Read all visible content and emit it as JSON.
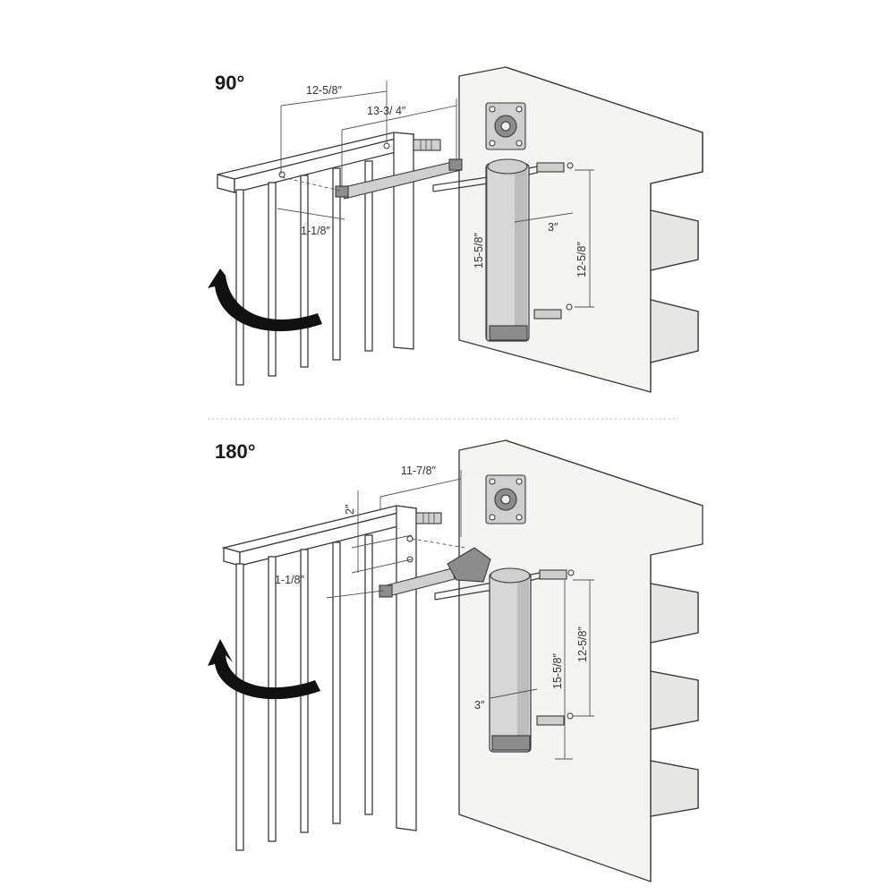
{
  "panels": [
    {
      "angle_label": "90°",
      "dimensions": {
        "arm_length": "12-5/8″",
        "pivot_distance": "13-3/ 4″",
        "offset": "1-1/8″",
        "cylinder_length": "15-5/8″",
        "bracket_spacing": "12-5/8″",
        "wall_offset": "3″"
      }
    },
    {
      "angle_label": "180°",
      "dimensions": {
        "arm_length": "11-7/8″",
        "vertical_offset": "2″",
        "offset": "1-1/8″",
        "cylinder_length": "15-5/8″",
        "bracket_spacing": "12-5/8″",
        "wall_offset": "3″"
      }
    }
  ],
  "colors": {
    "line": "#3a3a3a",
    "wall_fill": "#f4f4f3",
    "metal": "#cfcfcf",
    "arrow": "#111111"
  }
}
